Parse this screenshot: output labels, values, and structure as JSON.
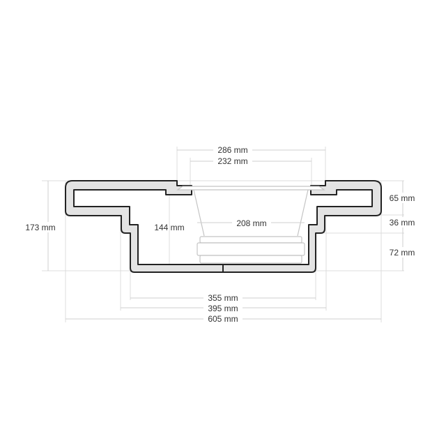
{
  "diagram": {
    "type": "technical cross-section drawing",
    "subject": "speaker mounting frame cross-section",
    "unit": "mm",
    "colors": {
      "frame_fill": "#e3e3e3",
      "frame_outline": "#222222",
      "dimension_lines": "#cfcfcf",
      "speaker_outline": "#c4c4c4",
      "text": "#333333"
    },
    "dimensions": {
      "speaker_outer_width": "286 mm",
      "speaker_cutout_width": "232 mm",
      "speaker_magnet_width": "208 mm",
      "inner_depth": "144 mm",
      "total_height": "173 mm",
      "top_section_height": "65 mm",
      "middle_step_height": "36 mm",
      "bottom_section_height": "72 mm",
      "bottom_inner_width": "355 mm",
      "middle_width": "395 mm",
      "total_width": "605 mm"
    }
  }
}
